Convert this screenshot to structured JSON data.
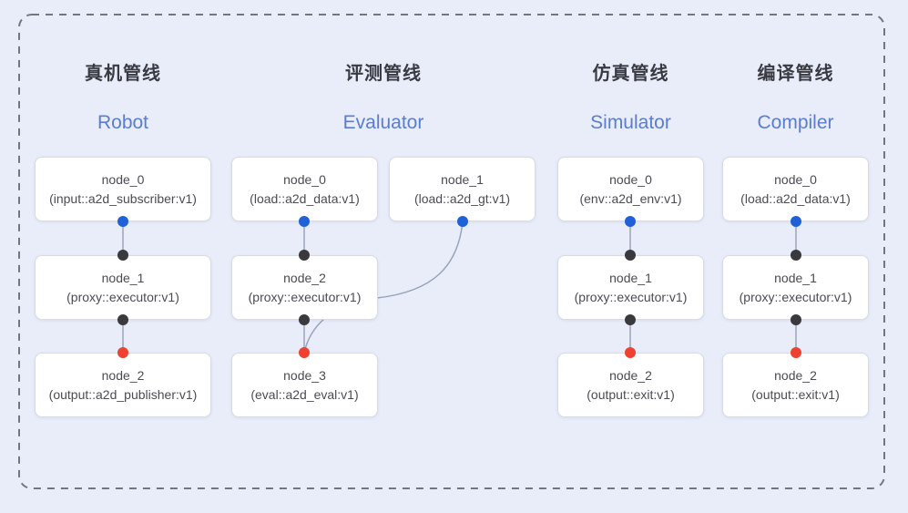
{
  "diagram": {
    "pipelines": [
      {
        "title_zh": "真机管线",
        "title_en": "Robot",
        "nodes": [
          {
            "name": "node_0",
            "spec": "(input::a2d_subscriber:v1)"
          },
          {
            "name": "node_1",
            "spec": "(proxy::executor:v1)"
          },
          {
            "name": "node_2",
            "spec": "(output::a2d_publisher:v1)"
          }
        ]
      },
      {
        "title_zh": "评测管线",
        "title_en": "Evaluator",
        "nodes": [
          {
            "name": "node_0",
            "spec": "(load::a2d_data:v1)"
          },
          {
            "name": "node_1",
            "spec": "(load::a2d_gt:v1)"
          },
          {
            "name": "node_2",
            "spec": "(proxy::executor:v1)"
          },
          {
            "name": "node_3",
            "spec": "(eval::a2d_eval:v1)"
          }
        ]
      },
      {
        "title_zh": "仿真管线",
        "title_en": "Simulator",
        "nodes": [
          {
            "name": "node_0",
            "spec": "(env::a2d_env:v1)"
          },
          {
            "name": "node_1",
            "spec": "(proxy::executor:v1)"
          },
          {
            "name": "node_2",
            "spec": "(output::exit:v1)"
          }
        ]
      },
      {
        "title_zh": "编译管线",
        "title_en": "Compiler",
        "nodes": [
          {
            "name": "node_0",
            "spec": "(load::a2d_data:v1)"
          },
          {
            "name": "node_1",
            "spec": "(proxy::executor:v1)"
          },
          {
            "name": "node_2",
            "spec": "(output::exit:v1)"
          }
        ]
      }
    ],
    "colors": {
      "background": "#e8edf9",
      "dashed_border": "#75757e",
      "card_background": "#ffffff",
      "card_border": "#d9dbe1",
      "node_text": "#4b4b53",
      "title_zh_color": "#3a3a42",
      "title_en_color": "#5b7ccf",
      "port_output_dot": "#2061d8",
      "port_input_dot": "#3a3a3e",
      "port_final_input_dot": "#ee4130",
      "edge_line": "#9aa4b8"
    }
  }
}
